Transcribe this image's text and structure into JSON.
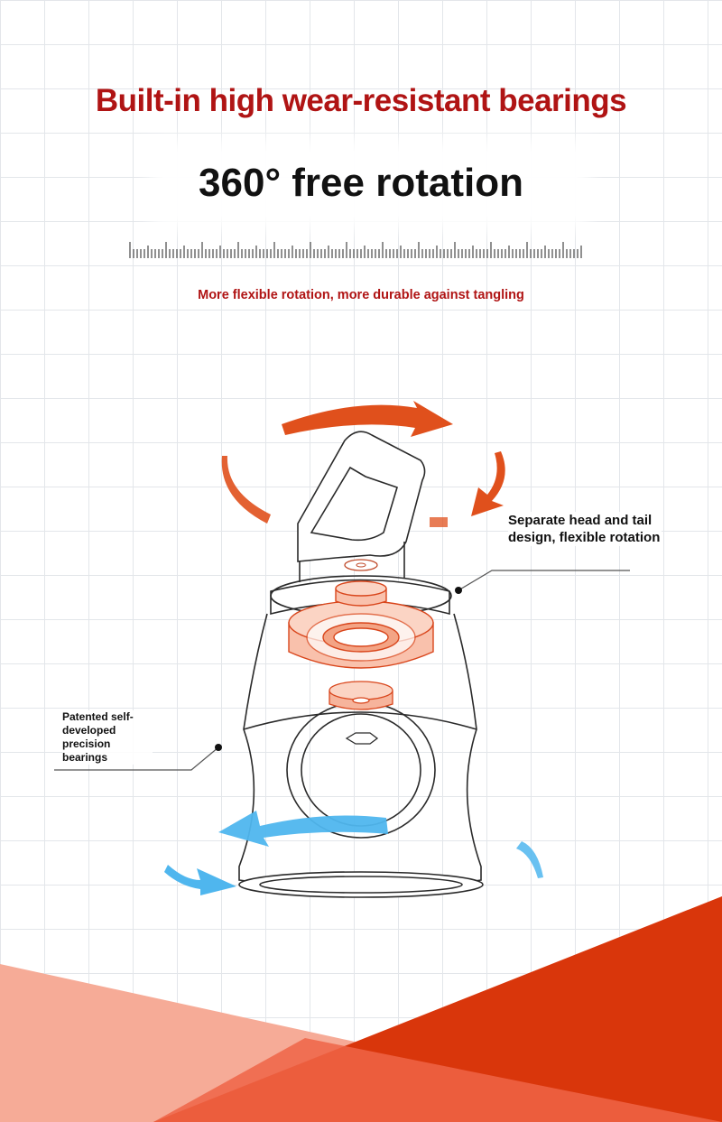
{
  "headline": "Built-in high wear-resistant bearings",
  "subheadline": "360° free rotation",
  "tagline": "More flexible rotation, more durable against tangling",
  "callouts": {
    "right": "Separate head and tail design, flexible rotation",
    "left": "Patented self-developed precision bearings"
  },
  "colors": {
    "headline_red": "#b01414",
    "accent_orange": "#e0501c",
    "accent_blue": "#4fb6ee",
    "triangle_dark": "#d9360b",
    "triangle_light": "#f6ab97"
  }
}
